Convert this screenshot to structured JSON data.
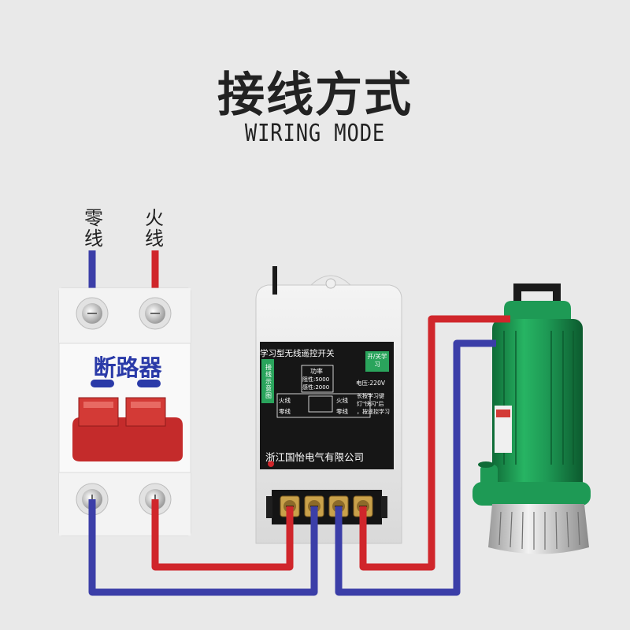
{
  "header": {
    "title": "接线方式",
    "subtitle": "WIRING MODE"
  },
  "wire_labels": {
    "neutral": "零线",
    "live": "火线"
  },
  "breaker": {
    "label": "断路器"
  },
  "controller": {
    "title": "学习型无线遥控开关",
    "side_label": "接线示意图",
    "switch_tag": "开/关学习",
    "power_label": "功率",
    "resistive": "阻性:5000",
    "inductive": "感性:2000",
    "voltage": "电压:220V",
    "live_left": "火线",
    "neutral_left": "零线",
    "live_right": "火线",
    "neutral_right": "零线",
    "instruction_1": "长按学习键",
    "instruction_2": "灯\"快闪\"后",
    "instruction_3": "，按遥控学习",
    "company": "浙江国怡电气有限公司"
  },
  "colors": {
    "background": "#e9e9e9",
    "live_wire": "#d0262b",
    "neutral_wire": "#3b3ea8",
    "pump_green": "#1e9a55",
    "controller_panel": "#161616",
    "breaker_red": "#c42b2b"
  }
}
